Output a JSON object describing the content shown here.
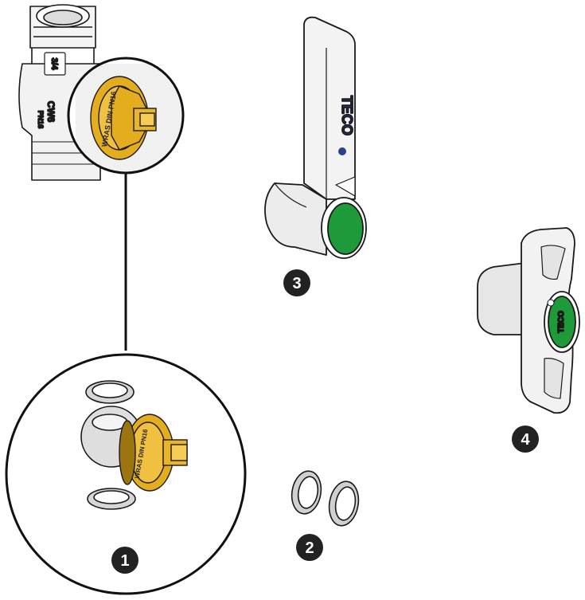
{
  "diagram": {
    "badges": [
      {
        "id": "1",
        "label": "1"
      },
      {
        "id": "2",
        "label": "2"
      },
      {
        "id": "3",
        "label": "3"
      },
      {
        "id": "4",
        "label": "4"
      }
    ],
    "brand": "TECO",
    "valve_body_text": [
      "CW6",
      "PN16"
    ],
    "valve_body_stamp": "3/4",
    "insert_ring_text": "WRAS DIN PN16"
  },
  "colors": {
    "brass": "#e3ad1d",
    "brass_dark": "#9c7410",
    "green": "#1f9a3a",
    "outline": "#1a1a1a",
    "badge": "#222222",
    "metal": "#f2f2f2",
    "metal_shade": "#cfcfcf"
  }
}
